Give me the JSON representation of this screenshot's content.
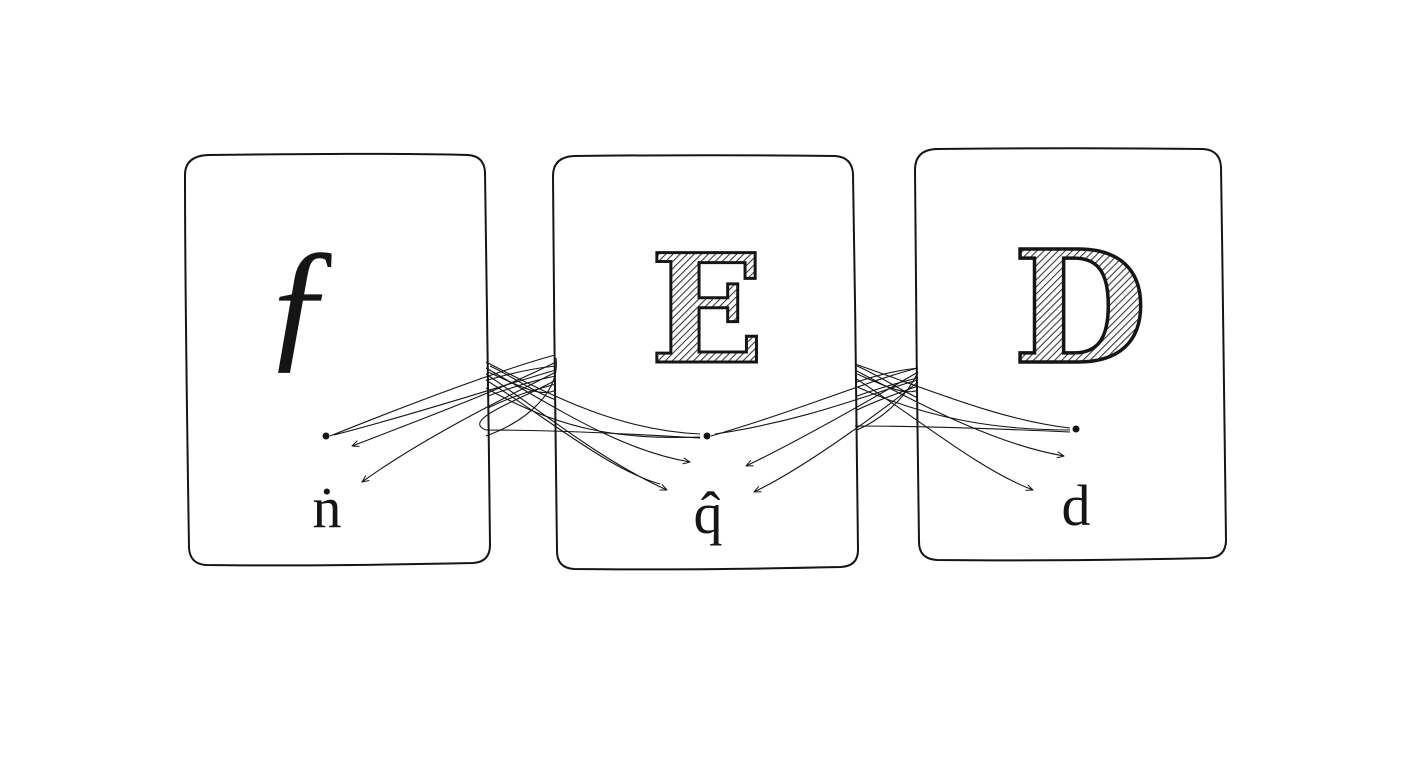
{
  "panels": [
    {
      "id": "f",
      "glyph": "ƒ",
      "sublabel": "ṅ"
    },
    {
      "id": "e",
      "glyph": "E",
      "sublabel": "q̂"
    },
    {
      "id": "d",
      "glyph": "D",
      "sublabel": "d"
    }
  ],
  "colors": {
    "ink": "#151515",
    "background": "#ffffff",
    "hatch": "#555555"
  }
}
